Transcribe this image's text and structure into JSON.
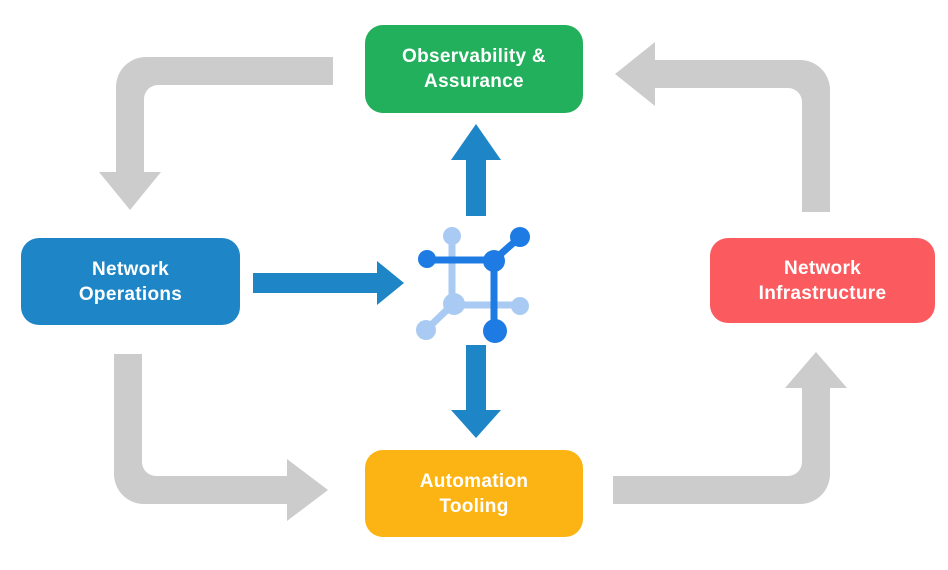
{
  "diagram": {
    "type": "cycle-flow",
    "nodes": [
      {
        "id": "observability-assurance",
        "label": "Observability &\nAssurance",
        "color": "#22B05C",
        "position": "top"
      },
      {
        "id": "network-operations",
        "label": "Network\nOperations",
        "color": "#1E86C7",
        "position": "left"
      },
      {
        "id": "network-infrastructure",
        "label": "Network\nInfrastructure",
        "color": "#FB5B5E",
        "position": "right"
      },
      {
        "id": "automation-tooling",
        "label": "Automation\nTooling",
        "color": "#FCB415",
        "position": "bottom"
      }
    ],
    "center_icon": {
      "name": "network-node-icon",
      "primary_color": "#1D7BE3",
      "light_color": "#A9CBF3"
    },
    "flows": [
      {
        "from": "observability-assurance",
        "to": "network-operations",
        "style": "gray-elbow"
      },
      {
        "from": "network-infrastructure",
        "to": "observability-assurance",
        "style": "gray-elbow"
      },
      {
        "from": "network-operations",
        "to": "automation-tooling",
        "style": "gray-elbow"
      },
      {
        "from": "automation-tooling",
        "to": "network-infrastructure",
        "style": "gray-elbow"
      },
      {
        "from": "network-operations",
        "to": "center-icon",
        "style": "blue-straight"
      },
      {
        "from": "center-icon",
        "to": "observability-assurance",
        "style": "blue-straight"
      },
      {
        "from": "center-icon",
        "to": "automation-tooling",
        "style": "blue-straight"
      }
    ]
  },
  "colors": {
    "background": "#FFFFFF",
    "arrow_gray": "#CCCCCC",
    "arrow_blue": "#1E86C7",
    "icon_blue": "#1D7BE3",
    "icon_light_blue": "#A9CBF3",
    "text_white": "#FFFFFF"
  }
}
